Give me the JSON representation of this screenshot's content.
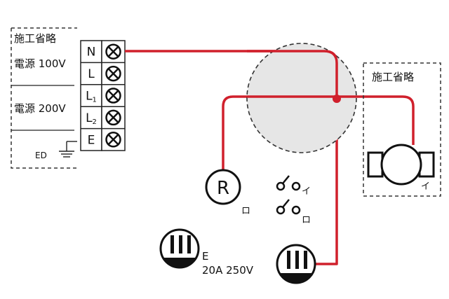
{
  "left_box": {
    "title": "施工省略",
    "supply_100": "電源 100V",
    "supply_200": "電源 200V",
    "earth": "ED"
  },
  "terminals": [
    "N",
    "L",
    "L1",
    "L2",
    "E"
  ],
  "right_box": {
    "title": "施工省略"
  },
  "components": {
    "lamp_label": "R",
    "lamp_tag": "ロ",
    "motor_tag": "イ",
    "switch_i": "イ",
    "switch_ro": "ロ",
    "outlet_tag": "E",
    "outlet_rating": "20A 250V"
  },
  "colors": {
    "wire": "#d0202c",
    "dashed": "#333333",
    "junction_fill": "#e6e6e6"
  }
}
